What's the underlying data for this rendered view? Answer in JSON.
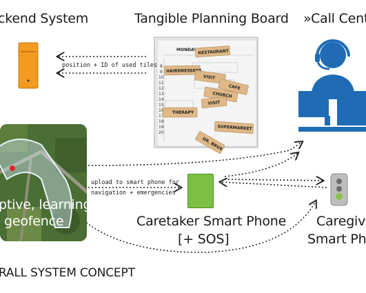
{
  "labels": {
    "backend": "ckend System",
    "board": "Tangible Planning Board",
    "callcenter": "»Call Cente",
    "position": "position + ID of used tiles",
    "upload_line1": "upload to smart phone for",
    "upload_line2": "navigation + emergencies",
    "geofence_line1": "ptive, learning",
    "geofence_line2": "geofence",
    "caretaker_line1": "Caretaker Smart Phone",
    "caretaker_line2": "[+ SOS]",
    "caregiver_line1": "Caregive",
    "caregiver_line2": "Smart Pho",
    "overall": "RALL SYSTEM CONCEPT"
  },
  "board": {
    "day": "MONDAY",
    "hours": [
      "8",
      "9",
      "10",
      "11",
      "12",
      "13",
      "14",
      "15",
      "16",
      "17",
      "18",
      "19",
      "20"
    ],
    "tiles": [
      "RESTAURANT",
      "HAIRDRESSERS",
      "VISIT",
      "CAFE",
      "CHURCH",
      "VISIT",
      "THERAPY",
      "SUPERMARKET",
      "DR. BRUX"
    ]
  },
  "colors": {
    "backend_box": "#f39a21",
    "person": "#1f6cb5",
    "phone": "#7ac143",
    "traffic_light": "#8bc34a",
    "tile": "#deb887",
    "map_green": "#4a6e34"
  }
}
